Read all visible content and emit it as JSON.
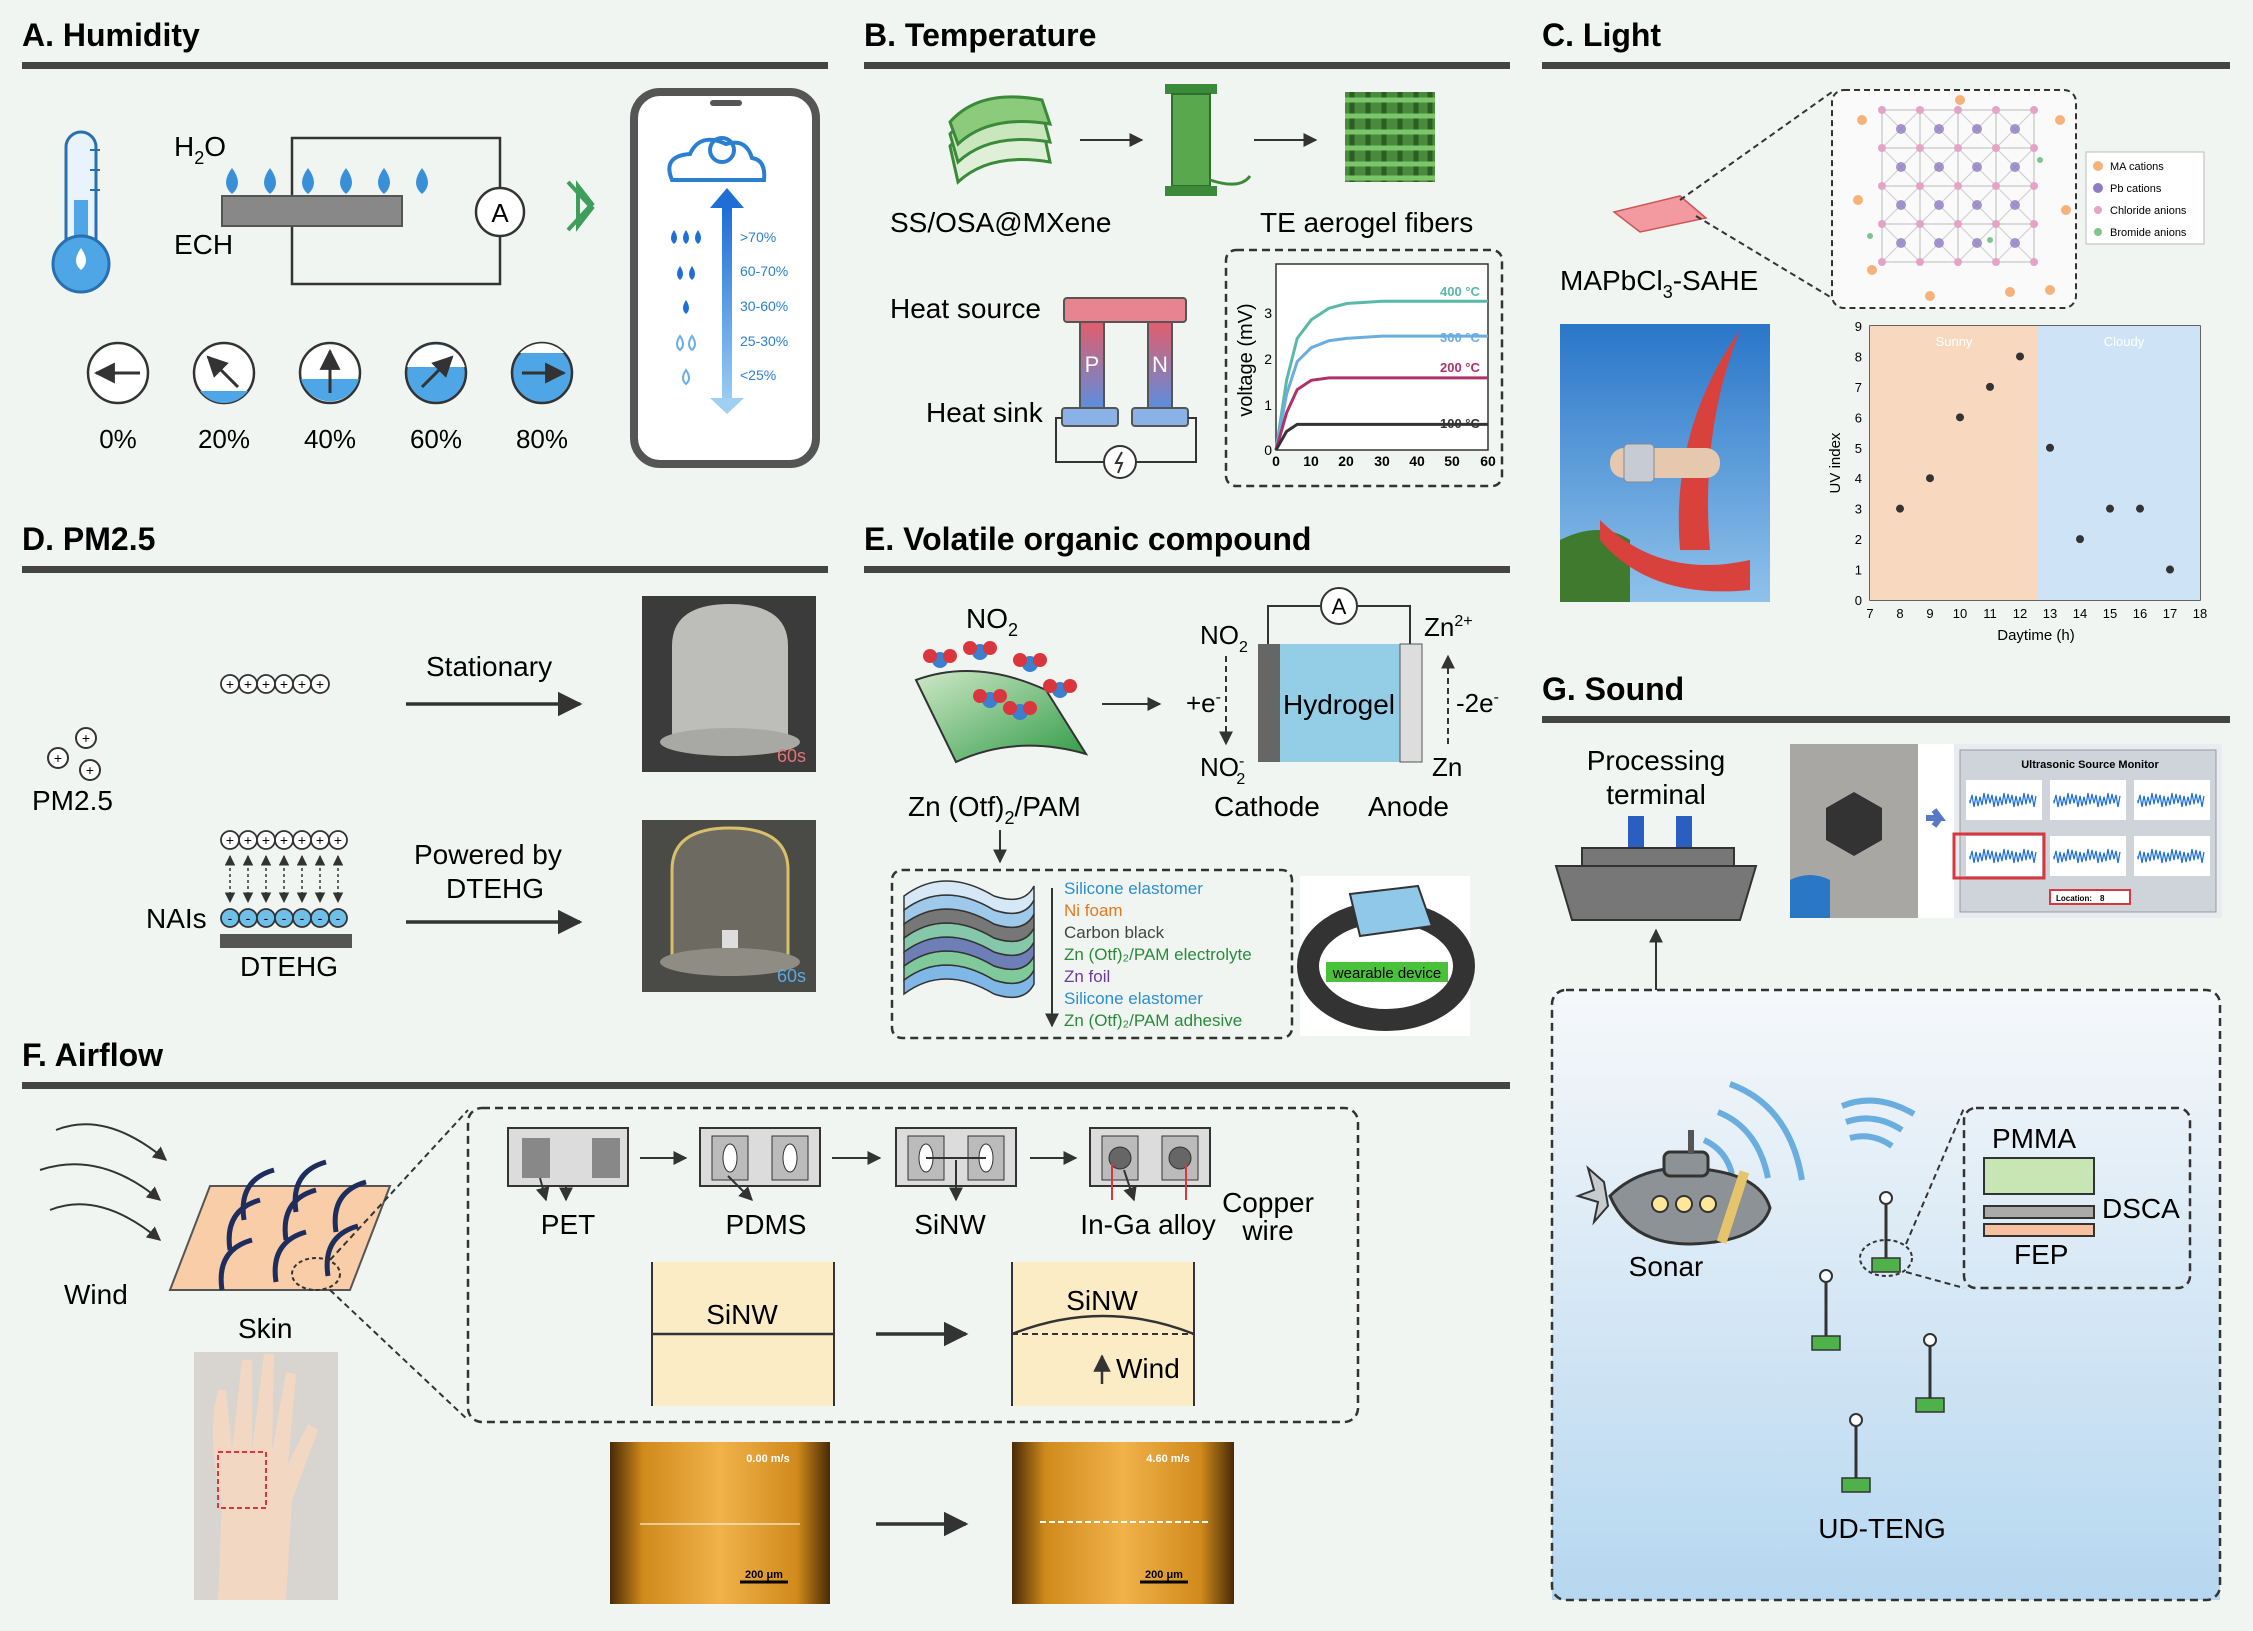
{
  "sections": {
    "a": {
      "title": "A. Humidity",
      "h2o": "H",
      "h2o_sub": "2",
      "h2o_o": "O",
      "ech": "ECH",
      "ammeter": "A",
      "phone_levels": [
        ">70%",
        "60-70%",
        "30-60%",
        "25-30%",
        "<25%"
      ],
      "dials": [
        "0%",
        "20%",
        "40%",
        "60%",
        "80%"
      ]
    },
    "b": {
      "title": "B. Temperature",
      "material": "SS/OSA@MXene",
      "fibers": "TE aerogel fibers",
      "heat_source": "Heat source",
      "heat_sink": "Heat sink",
      "p": "P",
      "n": "N",
      "chart": {
        "ylabel": "voltage (mV)",
        "yticks": [
          "0",
          "1",
          "2",
          "3"
        ],
        "xticks": [
          "0",
          "10",
          "20",
          "30",
          "40",
          "50",
          "60"
        ],
        "series_labels": [
          "400 °C",
          "300 °C",
          "200 °C",
          "100 °C"
        ]
      }
    },
    "c": {
      "title": "C. Light",
      "material": "MAPbCl",
      "material_sub": "3",
      "material_suffix": "-SAHE",
      "legend": [
        "MA cations",
        "Pb cations",
        "Chloride anions",
        "Bromide anions"
      ],
      "chart": {
        "xlabel": "Daytime (h)",
        "ylabel": "UV index",
        "zones": [
          "Sunny",
          "Cloudy"
        ],
        "xticks": [
          "7",
          "8",
          "9",
          "10",
          "11",
          "12",
          "13",
          "14",
          "15",
          "16",
          "17",
          "18"
        ],
        "yticks": [
          "0",
          "1",
          "2",
          "3",
          "4",
          "5",
          "6",
          "7",
          "8",
          "9"
        ]
      }
    },
    "d": {
      "title": "D. PM2.5",
      "pm": "PM2.5",
      "stationary": "Stationary",
      "powered1": "Powered by",
      "powered2": "DTEHG",
      "nais": "NAIs",
      "dtehg": "DTEHG",
      "t1": "60s",
      "t2": "60s"
    },
    "e": {
      "title": "E. Volatile organic compound",
      "no2": "NO",
      "no2_sub": "2",
      "zn_otf": "Zn (Otf)",
      "zn_otf_sub": "2",
      "zn_otf_suffix": "/PAM",
      "ammeter": "A",
      "zn2": "Zn",
      "zn2_sup": "2+",
      "plus_e": "+e",
      "minus_2e": "-2e",
      "hydrogel": "Hydrogel",
      "no2_minus": "NO",
      "zn": "Zn",
      "cathode": "Cathode",
      "anode": "Anode",
      "layers": [
        "Silicone elastomer",
        "Ni foam",
        "Carbon black",
        "Zn (Otf)₂/PAM electrolyte",
        "Zn foil",
        "Silicone elastomer",
        "Zn (Otf)₂/PAM adhesive"
      ],
      "wearable": "wearable device"
    },
    "f": {
      "title": "F. Airflow",
      "wind": "Wind",
      "skin": "Skin",
      "steps": [
        "PET",
        "PDMS",
        "SiNW",
        "In-Ga alloy"
      ],
      "copper1": "Copper",
      "copper2": "wire",
      "sinw": "SiNW",
      "wind_arrow": "Wind",
      "speed1": "0.00 m/s",
      "speed2": "4.60 m/s",
      "scale": "200 μm"
    },
    "g": {
      "title": "G. Sound",
      "terminal1": "Processing",
      "terminal2": "terminal",
      "monitor": "Ultrasonic Source Monitor",
      "location": "Location:",
      "location_val": "8",
      "sonar": "Sonar",
      "pmma": "PMMA",
      "dsca": "DSCA",
      "fep": "FEP",
      "udteng": "UD-TENG"
    }
  },
  "chart_data": [
    {
      "type": "line",
      "ylabel": "voltage (mV)",
      "xlim": [
        0,
        60
      ],
      "ylim": [
        0,
        4
      ],
      "series": [
        {
          "name": "400 °C",
          "x": [
            0,
            3,
            6,
            10,
            15,
            20,
            30,
            40,
            50,
            60
          ],
          "values": [
            0,
            1.5,
            2.4,
            2.8,
            3.05,
            3.15,
            3.2,
            3.2,
            3.2,
            3.2
          ]
        },
        {
          "name": "300 °C",
          "x": [
            0,
            3,
            6,
            10,
            15,
            20,
            30,
            40,
            50,
            60
          ],
          "values": [
            0,
            1.2,
            1.9,
            2.2,
            2.35,
            2.4,
            2.45,
            2.45,
            2.45,
            2.45
          ]
        },
        {
          "name": "200 °C",
          "x": [
            0,
            3,
            6,
            10,
            15,
            20,
            30,
            40,
            50,
            60
          ],
          "values": [
            0,
            0.8,
            1.3,
            1.5,
            1.55,
            1.55,
            1.55,
            1.55,
            1.55,
            1.55
          ]
        },
        {
          "name": "100 °C",
          "x": [
            0,
            3,
            6,
            10,
            20,
            30,
            40,
            50,
            60
          ],
          "values": [
            0,
            0.4,
            0.55,
            0.55,
            0.55,
            0.55,
            0.55,
            0.55,
            0.55
          ]
        }
      ]
    },
    {
      "type": "scatter",
      "xlabel": "Daytime (h)",
      "ylabel": "UV index",
      "xlim": [
        7,
        18
      ],
      "ylim": [
        0,
        9
      ],
      "series": [
        {
          "name": "Sunny",
          "x": [
            8,
            9,
            10,
            11,
            12
          ],
          "values": [
            3,
            4,
            6,
            7,
            8
          ]
        },
        {
          "name": "Cloudy",
          "x": [
            13,
            14,
            15,
            16,
            17
          ],
          "values": [
            5,
            2,
            3,
            3,
            1
          ]
        }
      ]
    }
  ],
  "colors": {
    "rule": "#444444",
    "blue": "#1e88d6",
    "green": "#3fa34d",
    "teal": "#5ab8a8",
    "red": "#d9534f"
  }
}
